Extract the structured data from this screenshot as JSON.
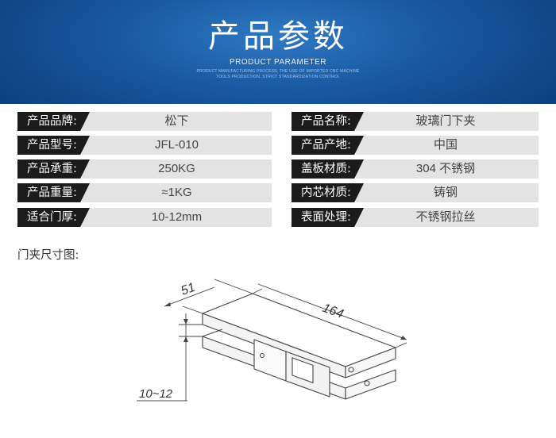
{
  "banner": {
    "title": "产品参数",
    "subtitle": "PRODUCT PARAMETER",
    "small_line1": "PRODUCT MANUFACTURING PROCESS, THE USE OF IMPORTED CNC MACHINE",
    "small_line2": "TOOLS PRODUCTION, STRICT STANDARDIZATION CONTROL"
  },
  "params_left": [
    {
      "label": "产品品牌:",
      "value": "松下"
    },
    {
      "label": "产品型号:",
      "value": "JFL-010"
    },
    {
      "label": "产品承重:",
      "value": "250KG"
    },
    {
      "label": "产品重量:",
      "value": "≈1KG"
    },
    {
      "label": "适合门厚:",
      "value": "10-12mm"
    }
  ],
  "params_right": [
    {
      "label": "产品名称:",
      "value": "玻璃门下夹"
    },
    {
      "label": "产品产地:",
      "value": "中国"
    },
    {
      "label": "盖板材质:",
      "value": "304 不锈钢"
    },
    {
      "label": "内芯材质:",
      "value": "铸钢"
    },
    {
      "label": "表面处理:",
      "value": "不锈钢拉丝"
    }
  ],
  "diagram": {
    "title": "门夹尺寸图:",
    "dim_width": "51",
    "dim_length": "164",
    "dim_thickness": "10~12"
  }
}
